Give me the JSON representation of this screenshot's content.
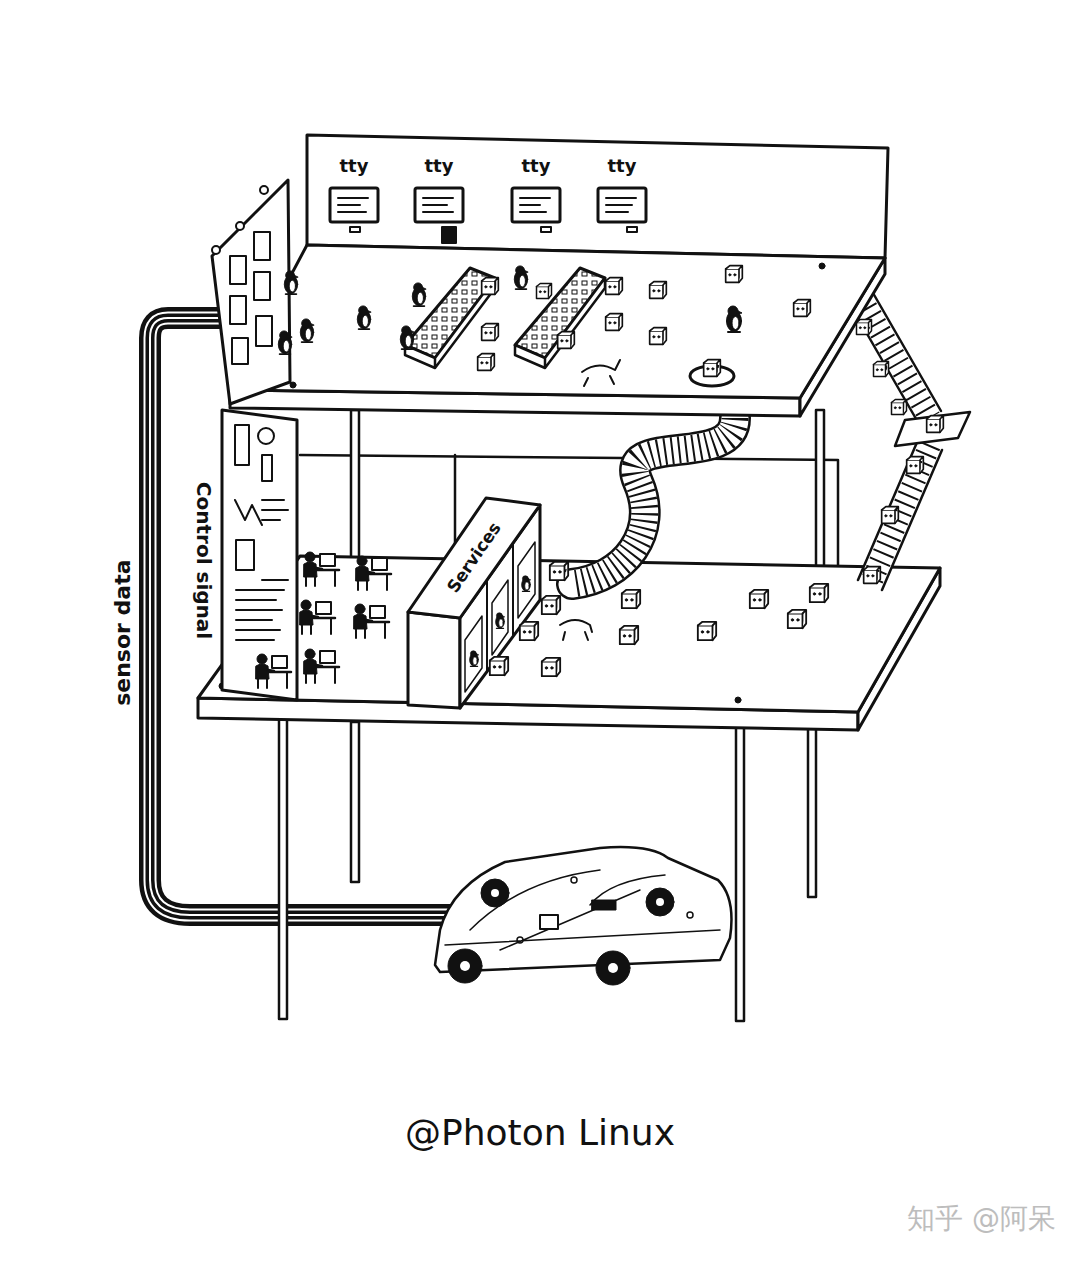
{
  "diagram": {
    "caption": "@Photon Linux",
    "nodes": [
      {
        "text": [
          "tty"
        ]
      },
      {
        "text": [
          "tty"
        ]
      },
      {
        "text": [
          "tty"
        ]
      },
      {
        "text": [
          "tty"
        ]
      },
      {
        "text": [
          "Control signal"
        ]
      },
      {
        "text": [
          "Services"
        ]
      }
    ],
    "labels": [
      "sensor data",
      "知乎 @阿呆"
    ]
  }
}
